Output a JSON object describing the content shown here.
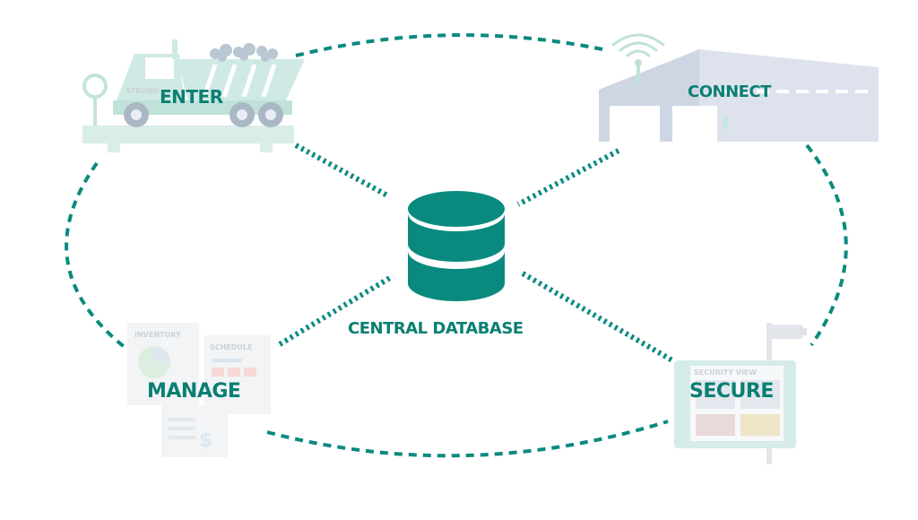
{
  "nodes": {
    "enter": {
      "label": "ENTER"
    },
    "connect": {
      "label": "CONNECT"
    },
    "manage": {
      "label": "MANAGE"
    },
    "secure": {
      "label": "SECURE"
    },
    "center": {
      "label": "CENTRAL DATABASE"
    }
  },
  "illustration_text": {
    "truck": "STRONG",
    "inventory": "INVENTORY",
    "schedule": "SCHEDULE",
    "security_view": "SECURITY VIEW"
  },
  "colors": {
    "accent": "#0a8a7e",
    "label": "#0a7f73",
    "faded_teal": "#d3ece8",
    "faded_gray": "#dfe3ea"
  }
}
